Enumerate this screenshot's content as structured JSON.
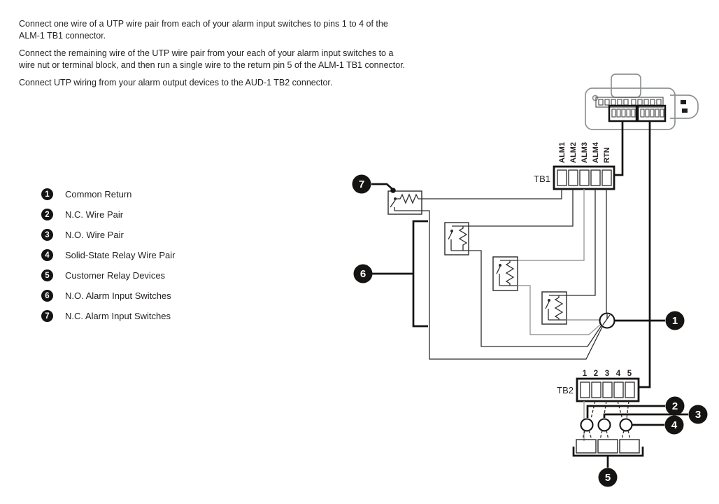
{
  "instructions": {
    "p1": "Connect one wire of a UTP wire pair from each of your alarm input switches to pins 1 to 4 of the\nALM-1 TB1 connector.",
    "p2": "Connect the remaining wire of the UTP wire pair from your each of your alarm input switches to a\nwire nut or terminal block, and then run a single wire to the return pin 5 of the ALM-1 TB1 connector.",
    "p3": "Connect UTP wiring from your alarm output devices to the AUD-1 TB2 connector."
  },
  "legend": {
    "items": [
      {
        "num": "1",
        "label": "Common Return"
      },
      {
        "num": "2",
        "label": "N.C. Wire Pair"
      },
      {
        "num": "3",
        "label": "N.O. Wire Pair"
      },
      {
        "num": "4",
        "label": "Solid-State Relay Wire Pair"
      },
      {
        "num": "5",
        "label": "Customer Relay Devices"
      },
      {
        "num": "6",
        "label": "N.O. Alarm Input Switches"
      },
      {
        "num": "7",
        "label": "N.C. Alarm Input Switches"
      }
    ]
  },
  "diagram": {
    "tb1": {
      "label": "TB1",
      "pins": [
        "ALM1",
        "ALM2",
        "ALM3",
        "ALM4",
        "RTN"
      ]
    },
    "tb2": {
      "label": "TB2",
      "pins": [
        "1",
        "2",
        "3",
        "4",
        "5"
      ]
    },
    "callouts": [
      "1",
      "2",
      "3",
      "4",
      "5",
      "6",
      "7"
    ]
  },
  "colors": {
    "text": "#231f20",
    "wire_black": "#2e2d2c",
    "wire_gray": "#9c9c9c",
    "device_gray": "#8f9294"
  }
}
